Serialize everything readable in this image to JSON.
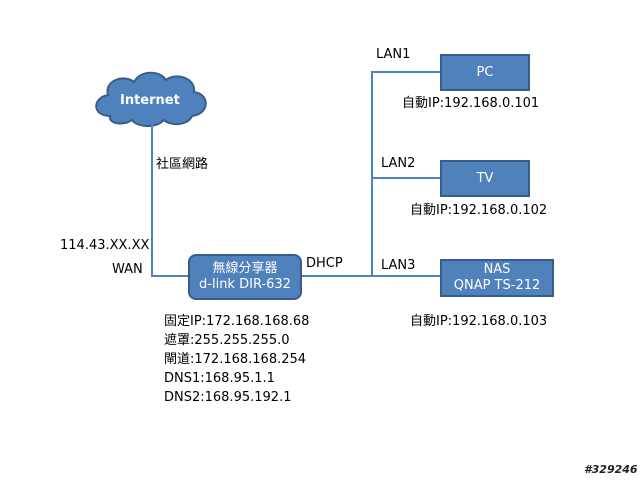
{
  "internet": {
    "label": "Internet"
  },
  "links": {
    "community_network": "社區網路",
    "wan_ip": "114.43.XX.XX",
    "wan": "WAN",
    "dhcp": "DHCP",
    "lan1": "LAN1",
    "lan2": "LAN2",
    "lan3": "LAN3"
  },
  "router": {
    "name": "無線分享器",
    "model": "d-link DIR-632",
    "config": [
      "固定IP:172.168.168.68",
      "遮罩:255.255.255.0",
      "閘道:172.168.168.254",
      "DNS1:168.95.1.1",
      "DNS2:168.95.192.1"
    ]
  },
  "devices": {
    "pc": {
      "label": "PC",
      "ip": "自動IP:192.168.0.101"
    },
    "tv": {
      "label": "TV",
      "ip": "自動IP:192.168.0.102"
    },
    "nas": {
      "label": "NAS",
      "model": "QNAP TS-212",
      "ip": "自動IP:192.168.0.103"
    }
  },
  "watermark": "#329246",
  "colors": {
    "box_fill": "#4f81bd",
    "box_border": "#385d8a"
  }
}
